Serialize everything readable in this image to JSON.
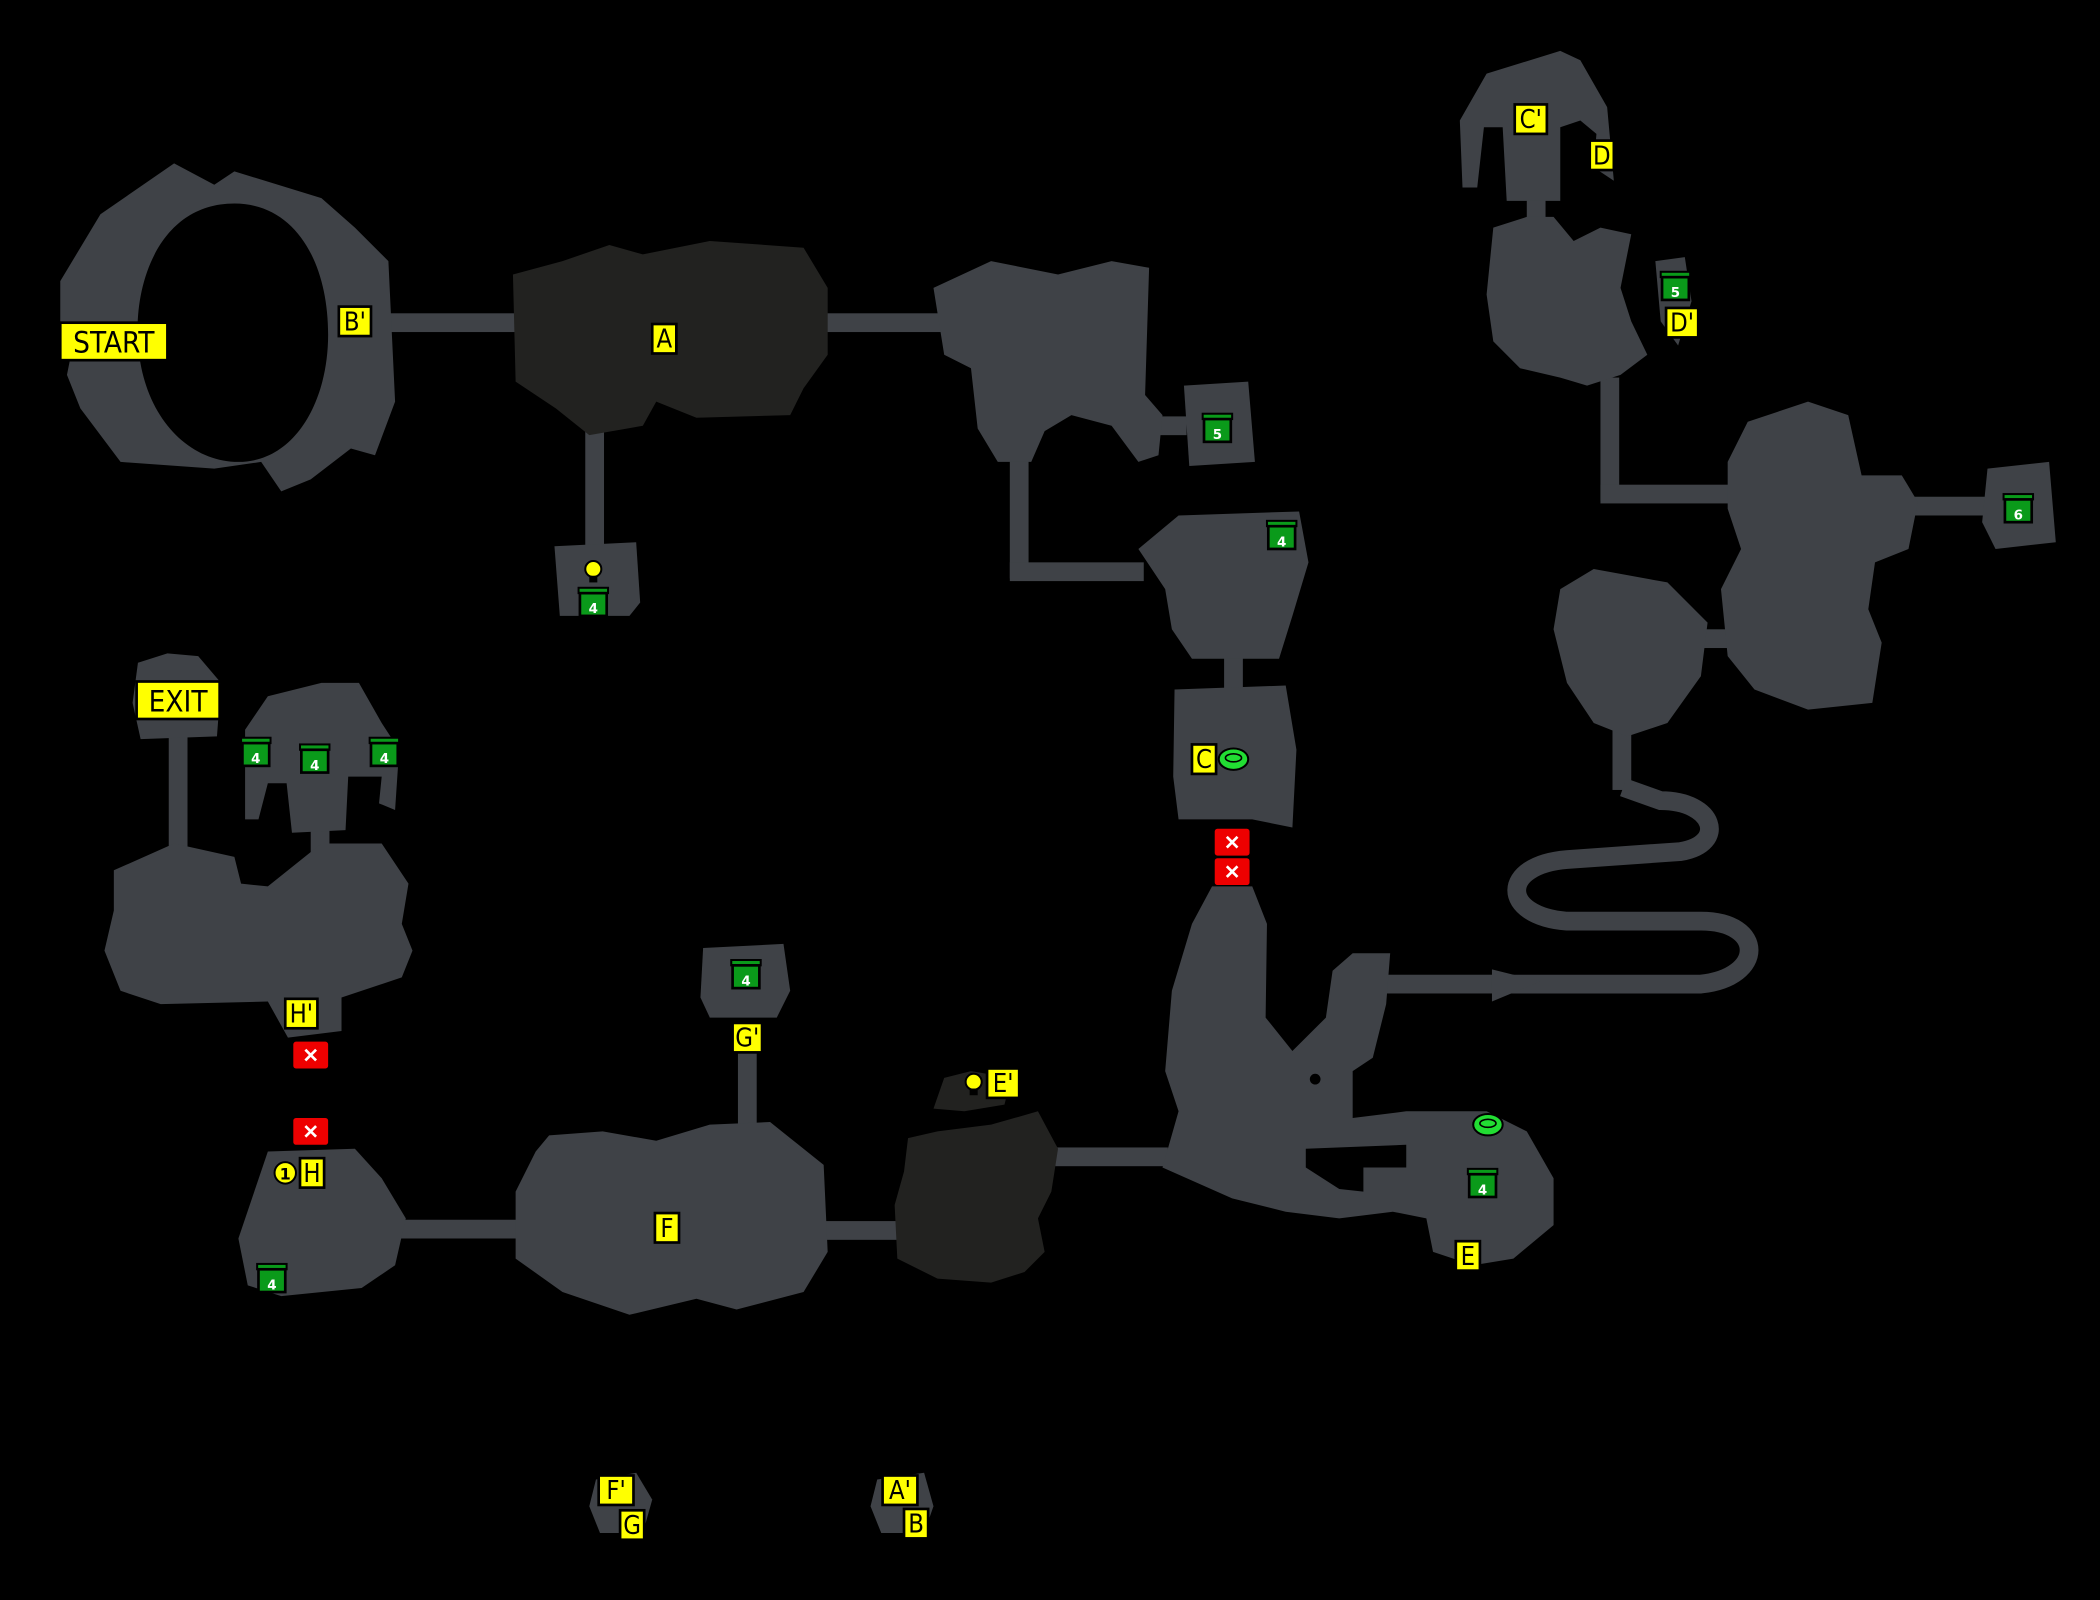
{
  "map": {
    "title_markers": {
      "start": "START",
      "exit": "EXIT"
    },
    "warp_labels": {
      "a": "A",
      "a_prime": "A'",
      "b": "B",
      "b_prime": "B'",
      "c": "C",
      "c_prime": "C'",
      "d": "D",
      "d_prime": "D'",
      "e": "E",
      "e_prime": "E'",
      "f": "F",
      "f_prime": "F'",
      "g": "G",
      "g_prime": "G'",
      "h": "H",
      "h_prime": "H'"
    },
    "numbered_marker": "1",
    "chests": [
      "4",
      "5",
      "4",
      "5",
      "6",
      "4",
      "4",
      "4",
      "4",
      "4",
      "4"
    ],
    "icons": {
      "chest": "treasure-chest-icon",
      "hint": "lightbulb-icon",
      "switch": "green-disc-switch-icon",
      "barrier": "red-x-barrier-icon"
    },
    "colors": {
      "background": "#000000",
      "room": "#3f4247",
      "dark_room": "#222220",
      "label": "#ffff00",
      "chest": "#0a9a1a",
      "barrier": "#ee0000"
    }
  }
}
